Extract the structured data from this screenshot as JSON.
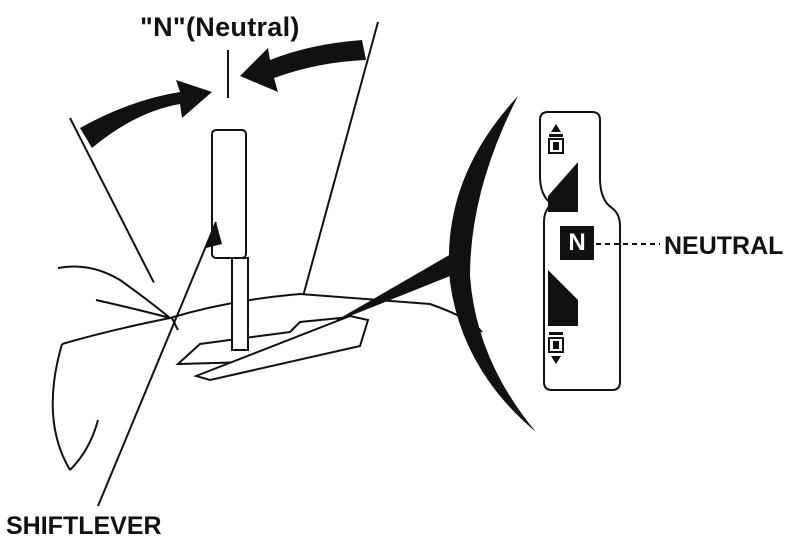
{
  "labels": {
    "position_title": "\"N\"(Neutral)",
    "neutral_label": "NEUTRAL",
    "shift_lever_label": "SHIFTLEVER",
    "indicator_letter": "N"
  },
  "colors": {
    "ink": "#111111",
    "background": "#ffffff"
  },
  "icons": [
    "arrow-left-icon",
    "arrow-right-icon",
    "vehicle-forward-icon",
    "vehicle-reverse-icon"
  ]
}
